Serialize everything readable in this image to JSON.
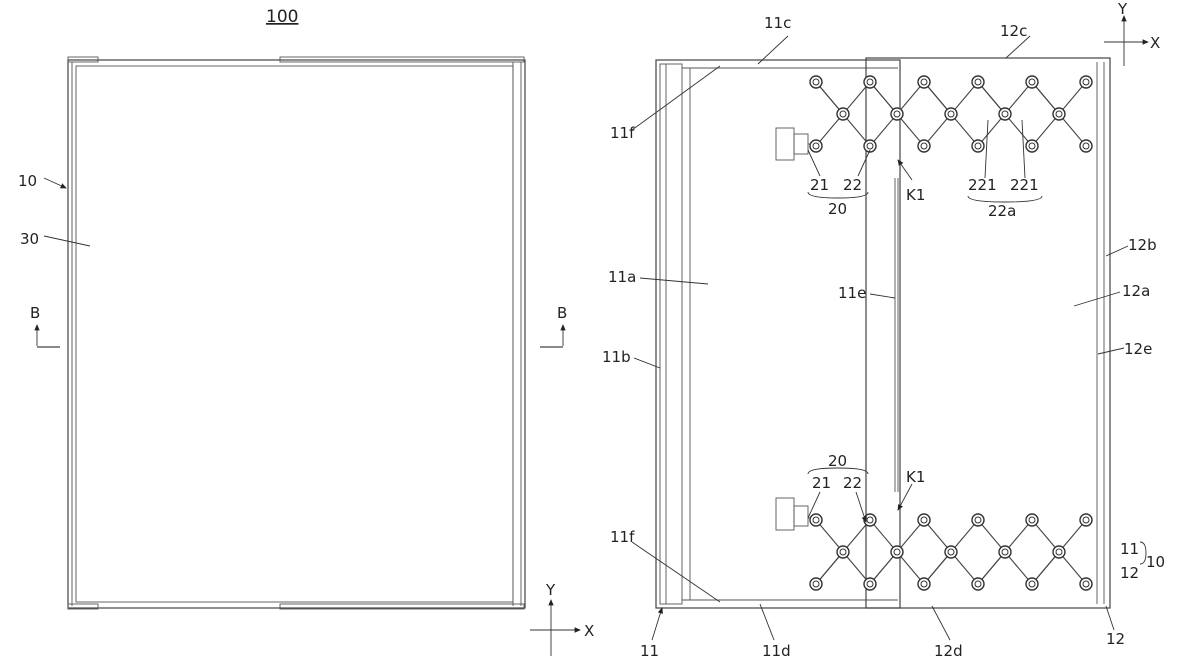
{
  "figure": {
    "title": "100",
    "left_view": {
      "labels": {
        "frame": "10",
        "panel": "30",
        "section_left": "B",
        "section_right": "B"
      },
      "axes": {
        "y": "Y",
        "x": "X"
      }
    },
    "right_view": {
      "labels": {
        "l11c": "11c",
        "l12c": "12c",
        "l11f_top": "11f",
        "l11f_bottom": "11f",
        "l21_top": "21",
        "l22_top": "22",
        "l20_top": "20",
        "lK1_top": "K1",
        "l221_a": "221",
        "l221_b": "221",
        "l22a": "22a",
        "l12b": "12b",
        "l12a": "12a",
        "l12e": "12e",
        "l11a": "11a",
        "l11e": "11e",
        "l11b": "11b",
        "l20_bottom": "20",
        "l21_bottom": "21",
        "l22_bottom": "22",
        "lK1_bottom": "K1",
        "l11_group": "11",
        "l12_group": "12",
        "l10_group": "10",
        "l11": "11",
        "l11d": "11d",
        "l12d": "12d",
        "l12": "12"
      },
      "axes": {
        "y": "Y",
        "x": "X"
      }
    }
  }
}
